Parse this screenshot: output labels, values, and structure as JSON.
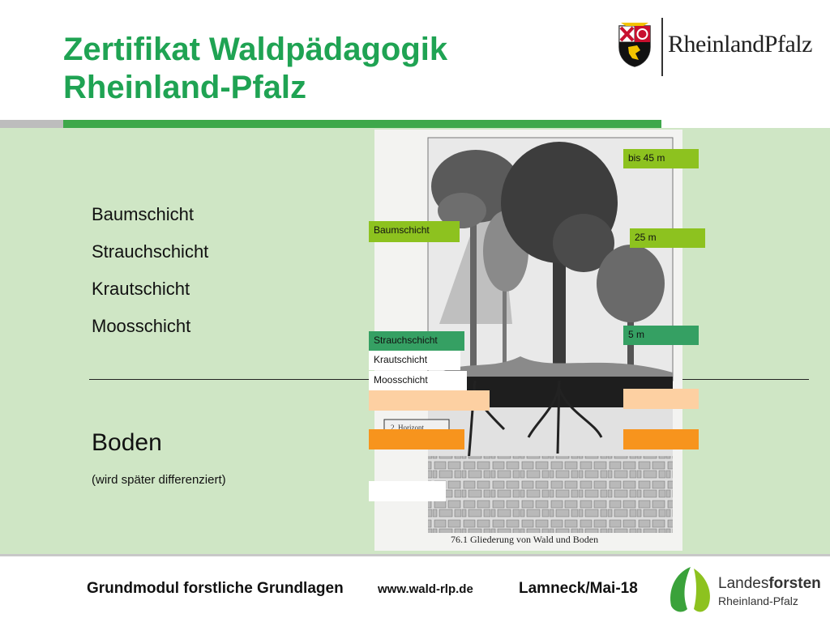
{
  "header": {
    "title_line1": "Zertifikat Waldpädagogik",
    "title_line2": "Rheinland-Pfalz",
    "logo_text": "RheinlandPfalz"
  },
  "layers": [
    "Baumschicht",
    "Strauchschicht",
    "Krautschicht",
    "Moosschicht"
  ],
  "boden": {
    "heading": "Boden",
    "note": "(wird später differenziert)"
  },
  "figure": {
    "caption": "76.1 Gliederung von Wald und Boden",
    "horizon_label": "2. Horizont",
    "height_labels": [
      "bis 45 m",
      "25 m",
      "5 m"
    ],
    "layer_labels": [
      "Baumschicht",
      "Strauchschicht",
      "Krautschicht",
      "Moosschicht"
    ],
    "colors": {
      "light_green": "#8dc21f",
      "dark_green": "#35a063",
      "light_orange": "#fdd0a2",
      "orange": "#f7941d"
    }
  },
  "footer": {
    "module": "Grundmodul forstliche Grundlagen",
    "url": "www.wald-rlp.de",
    "author_date": "Lamneck/Mai-18",
    "logo_line1_a": "Landes",
    "logo_line1_b": "forsten",
    "logo_line2": "Rheinland-Pfalz"
  }
}
